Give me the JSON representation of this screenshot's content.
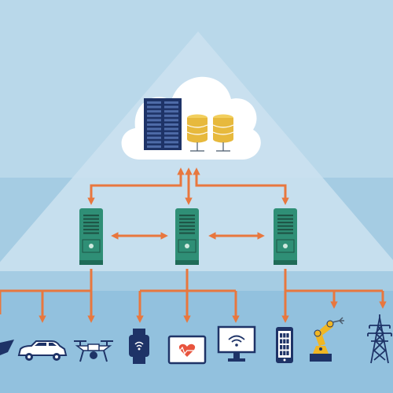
{
  "colors": {
    "sky_top": "#B9D8EA",
    "sky_mid": "#A9CFE4",
    "band_fog": "#9DC6DE",
    "band_edge": "#A8CFE4",
    "band_edge_bottom": "#8CBBD9",
    "triangle": "#CFE4F1",
    "cloud": "#FFFFFF",
    "arrow": "#E8773E",
    "server": "#2F8F76",
    "server_dark": "#1F6B57",
    "rack": "#1E3367",
    "db_gold": "#E7B93D",
    "device_navy": "#1E3367",
    "robot_yellow": "#F0B624",
    "heart_red": "#E8543E"
  },
  "diagram": {
    "cloud": {
      "contains": [
        "server-rack-icon",
        "database-icon",
        "database-icon"
      ]
    },
    "edge_servers": [
      {
        "id": "left",
        "icon": "edge-server-icon"
      },
      {
        "id": "center",
        "icon": "edge-server-icon"
      },
      {
        "id": "right",
        "icon": "edge-server-icon"
      }
    ],
    "devices": [
      {
        "icon": "partial-device-icon"
      },
      {
        "icon": "car-icon"
      },
      {
        "icon": "drone-icon"
      },
      {
        "icon": "smartwatch-icon"
      },
      {
        "icon": "tablet-health-icon"
      },
      {
        "icon": "monitor-wifi-icon"
      },
      {
        "icon": "smartphone-icon"
      },
      {
        "icon": "robot-arm-icon"
      },
      {
        "icon": "power-tower-icon"
      }
    ],
    "connections": [
      {
        "from": "cloud",
        "to": "left",
        "bidirectional": true
      },
      {
        "from": "cloud",
        "to": "center",
        "bidirectional": true
      },
      {
        "from": "cloud",
        "to": "right",
        "bidirectional": true
      },
      {
        "from": "left",
        "to": "center",
        "bidirectional": true
      },
      {
        "from": "center",
        "to": "right",
        "bidirectional": true
      }
    ]
  }
}
